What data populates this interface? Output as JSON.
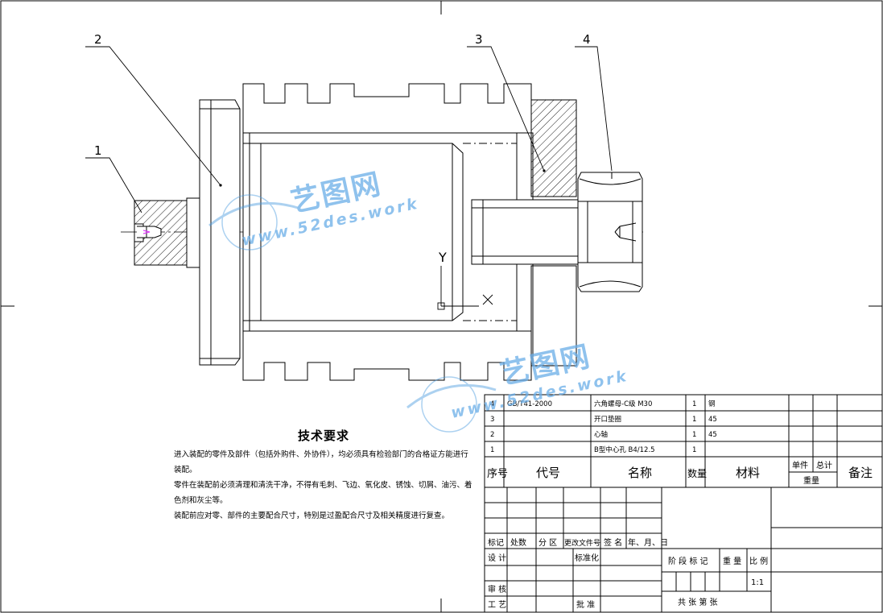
{
  "balloons": [
    "1",
    "2",
    "3",
    "4"
  ],
  "axis_labels": {
    "y": "Y",
    "x": "X"
  },
  "tech_requirements": {
    "title": "技术要求",
    "lines": [
      "进入装配的零件及部件（包括外购件、外协件），均必须具有检验部门的合格证方能进行装配。",
      "零件在装配前必须清理和清洗干净，不得有毛刺、飞边、氧化皮、锈蚀、切屑、油污、着色剂和灰尘等。",
      "装配前应对零、部件的主要配合尺寸，特别是过盈配合尺寸及相关精度进行复查。"
    ]
  },
  "watermark": {
    "cn": "艺图网",
    "url": "www.52des.work"
  },
  "bom": {
    "rows": [
      {
        "no": "4",
        "code": "GB/T41-2000",
        "name": "六角螺母-C级 M30",
        "qty": "1",
        "material": "钢"
      },
      {
        "no": "3",
        "code": "",
        "name": "开口垫圈",
        "qty": "1",
        "material": "45"
      },
      {
        "no": "2",
        "code": "",
        "name": "心轴",
        "qty": "1",
        "material": "45"
      },
      {
        "no": "1",
        "code": "",
        "name": "B型中心孔 B4/12.5",
        "qty": "1",
        "material": ""
      }
    ],
    "header": {
      "no": "序号",
      "code": "代号",
      "name": "名称",
      "qty": "数量",
      "material": "材料",
      "unit": "单件",
      "total": "总计",
      "weight": "重量",
      "remark": "备注"
    }
  },
  "title_block": {
    "rev_headers": [
      "标记",
      "处数",
      "分 区",
      "更改文件号",
      "签 名",
      "年、月、日"
    ],
    "design": "设 计",
    "standard": "标准化",
    "review": "审 核",
    "process": "工 艺",
    "approve": "批 准",
    "stage": "阶 段 标 记",
    "weight": "重 量",
    "scale_label": "比 例",
    "scale": "1:1",
    "sheets": "共    张  第    张"
  }
}
